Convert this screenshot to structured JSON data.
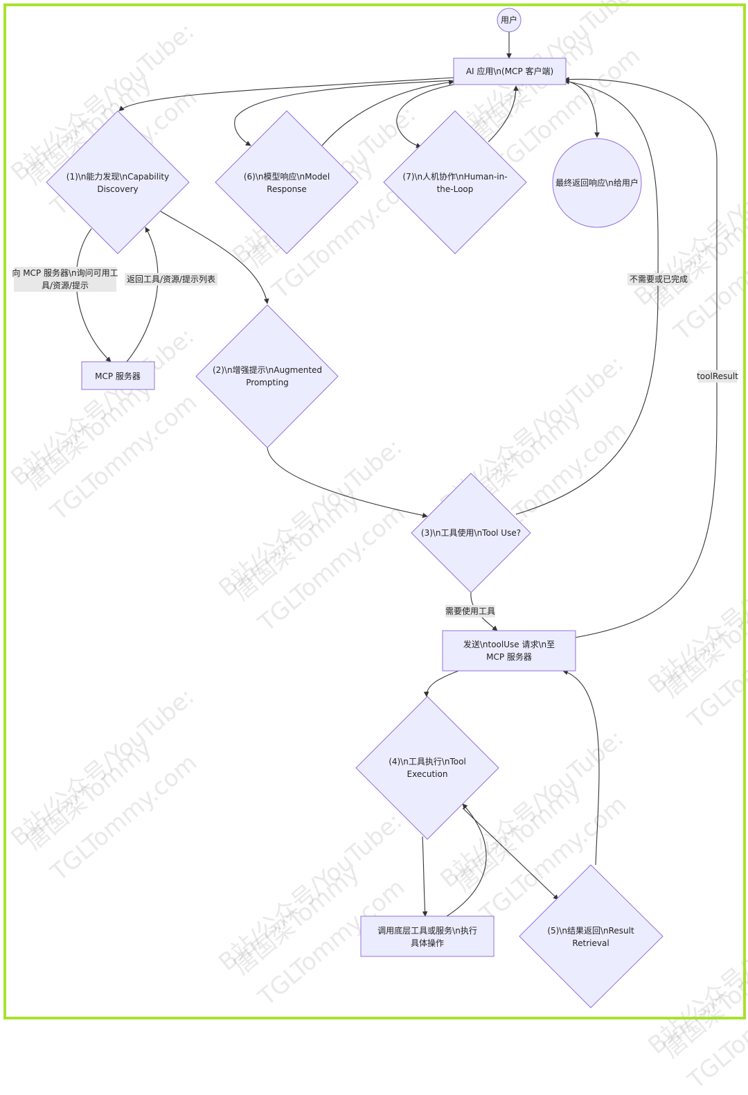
{
  "nodes": {
    "user": "用户",
    "ai_app": "AI 应用\\n(MCP 客户端)",
    "capability": [
      "(1)\\n能力发现\\nCapability",
      "Discovery"
    ],
    "model_response": [
      "(6)\\n模型响应\\nModel",
      "Response"
    ],
    "human_loop": [
      "(7)\\n人机协作\\nHuman-in-",
      "the-Loop"
    ],
    "final_return": "最终返回响应\\n给用户",
    "mcp_server": "MCP 服务器",
    "augmented": [
      "(2)\\n增强提示\\nAugmented",
      "Prompting"
    ],
    "tool_use": "(3)\\n工具使用\\nTool Use?",
    "send_request": [
      "发送\\ntoolUse 请求\\n至",
      "MCP 服务器"
    ],
    "tool_exec": [
      "(4)\\n工具执行\\nTool",
      "Execution"
    ],
    "invoke_tool": [
      "调用底层工具或服务\\n执行",
      "具体操作"
    ],
    "result": [
      "(5)\\n结果返回\\nResult",
      "Retrieval"
    ]
  },
  "edges": {
    "ask_server": [
      "向 MCP 服务器\\n询问可用工",
      "具/资源/提示"
    ],
    "return_list": "返回工具/资源/提示列表",
    "not_needed": "不需要或已完成",
    "tool_result": "toolResult",
    "need_tool": "需要使用工具"
  },
  "watermark": [
    "B站/公众号/YouTube:",
    "唐国梁Tommy",
    "TGLTommy.com"
  ],
  "colors": {
    "node_fill": "#ECECFF",
    "node_stroke": "#9370DB",
    "edge": "#333333",
    "label_bg": "#e8e8e8",
    "frame": "#a6e22e"
  }
}
